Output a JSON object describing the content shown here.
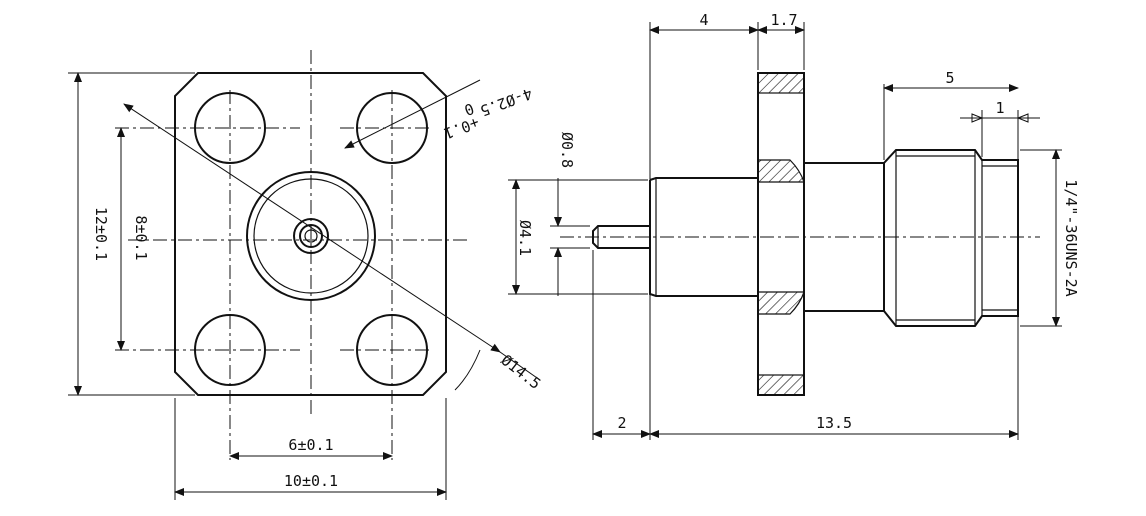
{
  "front_view": {
    "flange_width": "10±0.1",
    "flange_height": "12±0.1",
    "hole_spacing_x": "6±0.1",
    "hole_spacing_y": "8±0.1",
    "hole_callout": "4-Ø2.5",
    "hole_tol_upper": "+0.1",
    "hole_tol_lower": "0",
    "bolt_circle": "Ø14.5"
  },
  "side_view": {
    "flange_offset": "4",
    "flange_thickness": "1.7",
    "thread_length": "5",
    "chamfer": "1",
    "pin_diameter": "Ø0.8",
    "body_diameter": "Ø4.1",
    "pin_length": "2",
    "overall_length": "13.5",
    "thread_spec": "1/4\"-36UNS-2A"
  }
}
